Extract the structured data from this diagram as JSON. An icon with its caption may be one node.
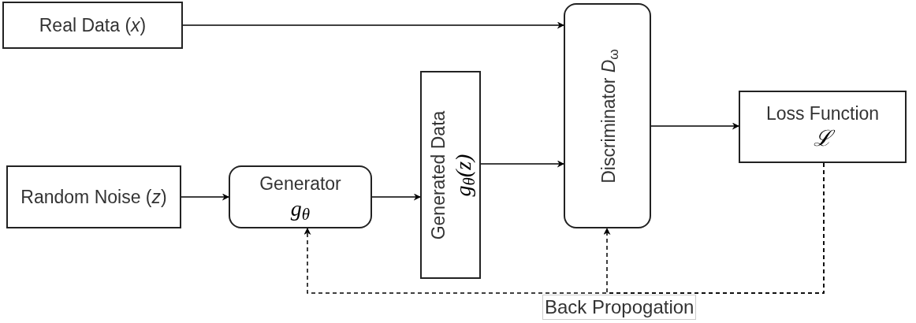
{
  "diagram": {
    "nodes": [
      {
        "text": [
          "Real Data (*x*)"
        ]
      },
      {
        "text": [
          "Random Noise (*z*)"
        ]
      },
      {
        "text": [
          "Generator",
          "g$_{θ}$"
        ]
      },
      {
        "text": [
          "Generated Data",
          "g$_{θ}$(z)"
        ]
      },
      {
        "text": [
          "Discriminator *D*$_{ω}$"
        ]
      },
      {
        "text": [
          "Loss Function",
          "ℒ"
        ]
      }
    ],
    "edges": [
      {
        "from": 0,
        "to": 4,
        "arrow": "to"
      },
      {
        "from": 1,
        "to": 2,
        "arrow": "to"
      },
      {
        "from": 2,
        "to": 3,
        "arrow": "to"
      },
      {
        "from": 3,
        "to": 4,
        "arrow": "to"
      },
      {
        "from": 4,
        "to": 5,
        "arrow": "to"
      },
      {
        "from": 5,
        "to": 2,
        "arrow": "to",
        "style": "dashed",
        "label": "Back Propogation"
      },
      {
        "from": 5,
        "to": 4,
        "arrow": "to",
        "style": "dashed"
      }
    ]
  }
}
